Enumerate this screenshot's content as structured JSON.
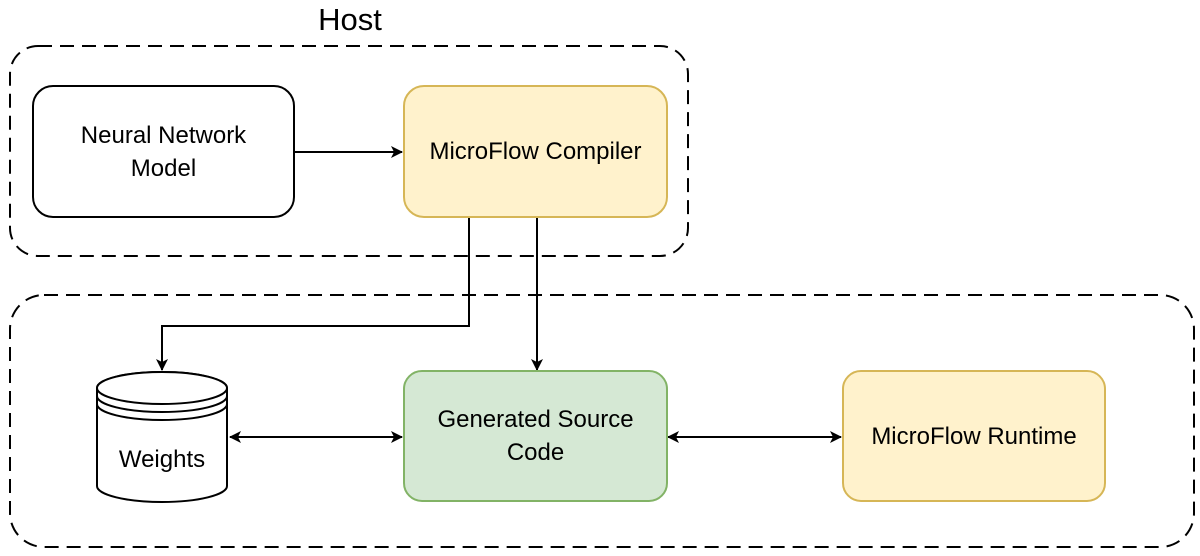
{
  "groups": {
    "host": {
      "title": "Host"
    },
    "device": {
      "title": ""
    }
  },
  "nodes": {
    "neural_network_model": {
      "label": "Neural Network\nModel",
      "color": "#ffffff"
    },
    "microflow_compiler": {
      "label": "MicroFlow Compiler",
      "color": "#fff2cc"
    },
    "weights": {
      "label": "Weights",
      "color": "#ffffff"
    },
    "generated_source_code": {
      "label": "Generated Source\nCode",
      "color": "#d5e8d4"
    },
    "microflow_runtime": {
      "label": "MicroFlow Runtime",
      "color": "#fff2cc"
    }
  },
  "edges": [
    {
      "from": "Neural Network Model",
      "to": "MicroFlow Compiler",
      "direction": "forward"
    },
    {
      "from": "MicroFlow Compiler",
      "to": "Weights",
      "direction": "forward"
    },
    {
      "from": "MicroFlow Compiler",
      "to": "Generated Source Code",
      "direction": "forward"
    },
    {
      "from": "Weights",
      "to": "Generated Source Code",
      "direction": "both"
    },
    {
      "from": "Generated Source Code",
      "to": "MicroFlow Runtime",
      "direction": "both"
    }
  ]
}
